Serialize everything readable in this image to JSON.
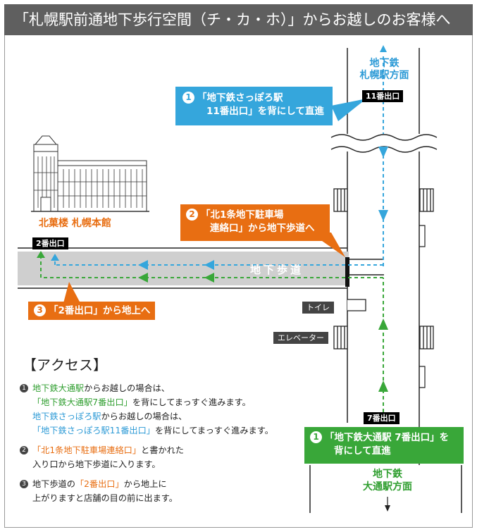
{
  "title": "「札幌駅前通地下歩行空間（チ・カ・ホ）」からお越しのお客様へ",
  "colors": {
    "blue": "#35a6dc",
    "orange": "#e86e12",
    "green": "#39a739",
    "gray": "#5f5f5f"
  },
  "map": {
    "north_station": {
      "line1": "地下鉄",
      "line2": "札幌駅方面"
    },
    "south_station": {
      "line1": "地下鉄",
      "line2": "大通駅方面"
    },
    "building_name": "北菓楼 札幌本館",
    "underground_walkway": "地下歩道",
    "exits": {
      "exit11": "11番出口",
      "exit2": "2番出口",
      "exit7": "7番出口"
    },
    "facilities": {
      "toilet": "トイレ",
      "elevator": "エレベーター"
    }
  },
  "callouts": {
    "blue": {
      "num": "1",
      "line1": "「地下鉄さっぽろ駅",
      "line2": "11番出口」を背にして直進"
    },
    "orange2": {
      "num": "2",
      "line1": "「北1条地下駐車場",
      "line2": "連絡口」から地下歩道へ"
    },
    "orange3": {
      "num": "3",
      "line1": "「2番出口」から地上へ"
    },
    "green": {
      "num": "1",
      "line1": "「地下鉄大通駅 7番出口」を",
      "line2": "背にして直進"
    }
  },
  "access": {
    "heading": "【アクセス】",
    "items": [
      {
        "bullet": "1",
        "a1": "地下鉄大通駅",
        "a2": "からお越しの場合は、",
        "b1": "「地下鉄大通駅7番出口」",
        "b2": "を背にしてまっすぐ進みます。",
        "c1": "地下鉄さっぽろ駅",
        "c2": "からお越しの場合は、",
        "d1": "「地下鉄さっぽろ駅11番出口」",
        "d2": "を背にしてまっすぐ進みます。"
      },
      {
        "bullet": "2",
        "a1": "「北1条地下駐車場連絡口」",
        "a2": "と書かれた",
        "b": "入り口から地下歩道に入ります。"
      },
      {
        "bullet": "3",
        "a1": "地下歩道の",
        "a2": "「2番出口」",
        "a3": "から地上に",
        "b": "上がりますと店舗の目の前に出ます。"
      }
    ]
  }
}
